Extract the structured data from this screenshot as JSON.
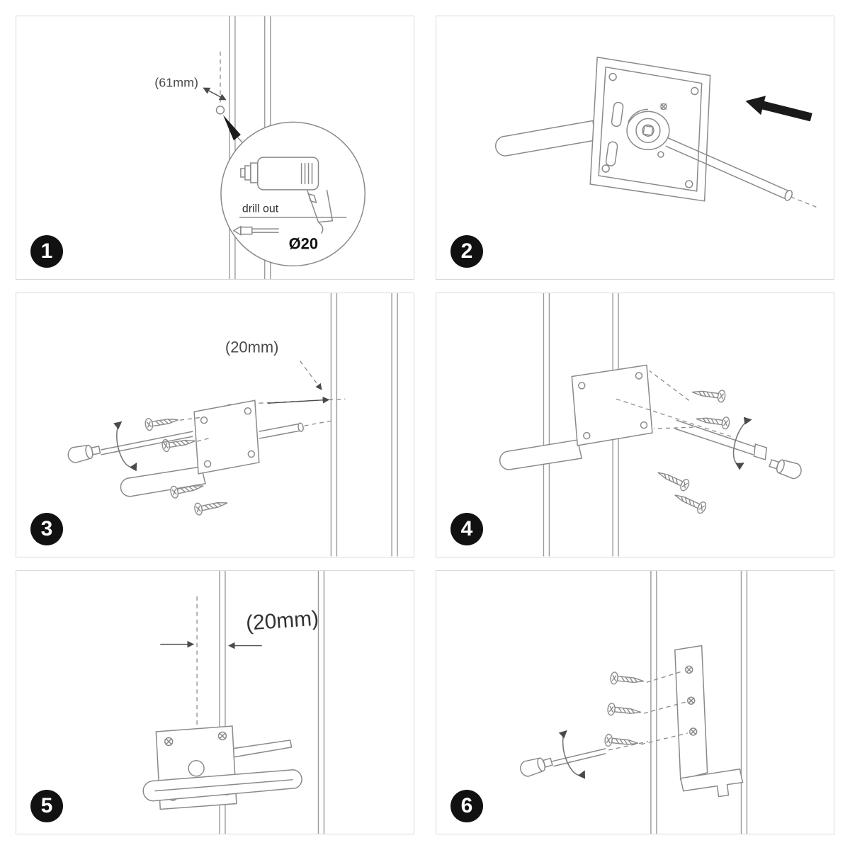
{
  "colors": {
    "line": "#8a8a8a",
    "text": "#4a4a4a",
    "badge": "#111111",
    "arrow": "#1a1a1a"
  },
  "panels": [
    {
      "step": "1",
      "labels": {
        "measurement": "(61mm)",
        "drill_note": "drill out",
        "hole_diameter": "Ø20"
      }
    },
    {
      "step": "2",
      "labels": {}
    },
    {
      "step": "3",
      "labels": {
        "measurement": "(20mm)"
      }
    },
    {
      "step": "4",
      "labels": {}
    },
    {
      "step": "5",
      "labels": {
        "measurement": "(20mm)"
      }
    },
    {
      "step": "6",
      "labels": {}
    }
  ]
}
